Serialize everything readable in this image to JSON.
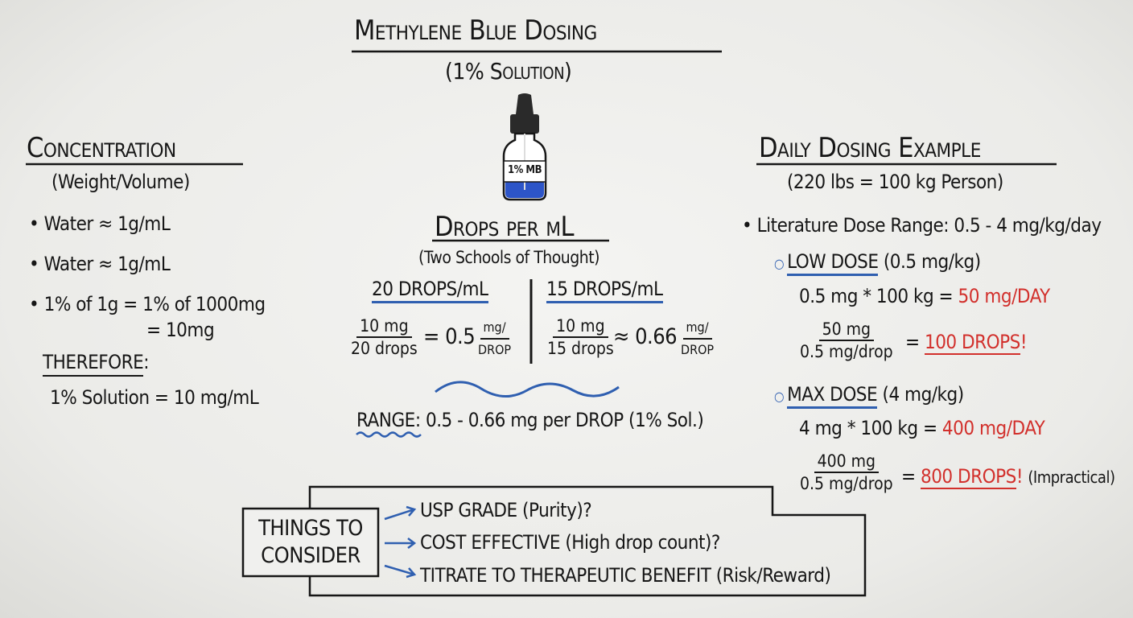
{
  "title": "Methylene Blue Dosing",
  "subtitle": "(1% Solution)",
  "bottle_label": "1% MB",
  "colors": {
    "ink": "#161616",
    "blue": "#2f5fb0",
    "red": "#d2302c",
    "board": "#f0f0ee"
  },
  "concentration": {
    "heading": "Concentration",
    "subheading": "(Weight/Volume)",
    "bullets": [
      "Water ≈ 1g/mL",
      "Water ≈ 1g/mL",
      "1% of 1g = 1% of 1000mg"
    ],
    "bullet3_cont": "= 10mg",
    "therefore": "THEREFORE",
    "therefore_colon": ":",
    "result": "1% Solution = 10 mg/mL"
  },
  "drops": {
    "heading": "Drops per mL",
    "subheading": "(Two Schools of Thought)",
    "left": {
      "title": "20 DROPS/mL",
      "num": "10 mg",
      "den": "20 drops",
      "op": "= 0.5",
      "unit_num": "mg/",
      "unit_den": "DROP"
    },
    "right": {
      "title": "15 DROPS/mL",
      "num": "10 mg",
      "den": "15 drops",
      "op": "≈ 0.66",
      "unit_num": "mg/",
      "unit_den": "DROP"
    },
    "range_label": "RANGE",
    "range_text": ": 0.5 - 0.66 mg per DROP (1% Sol.)"
  },
  "daily": {
    "heading": "Daily Dosing Example",
    "subheading": "(220 lbs = 100 kg Person)",
    "bullet": "Literature Dose Range: 0.5 - 4 mg/kg/day",
    "low": {
      "label": "LOW DOSE",
      "paren": "(0.5 mg/kg)",
      "calc": "0.5 mg * 100 kg =",
      "calc_result": "50 mg/DAY",
      "num": "50 mg",
      "den": "0.5 mg/drop",
      "eq": "=",
      "drops": "100 DROPS",
      "bang": "!"
    },
    "max": {
      "label": "MAX DOSE",
      "paren": "(4 mg/kg)",
      "calc": "4 mg * 100 kg =",
      "calc_result": "400 mg/DAY",
      "num": "400 mg",
      "den": "0.5 mg/drop",
      "eq": "=",
      "drops": "800 DROPS",
      "bang": "!",
      "note": "(Impractical)"
    }
  },
  "consider": {
    "label_line1": "THINGS TO",
    "label_line2": "CONSIDER",
    "items": [
      "USP GRADE (Purity)?",
      "COST EFFECTIVE (High drop count)?",
      "TITRATE TO THERAPEUTIC BENEFIT (Risk/Reward)"
    ]
  }
}
